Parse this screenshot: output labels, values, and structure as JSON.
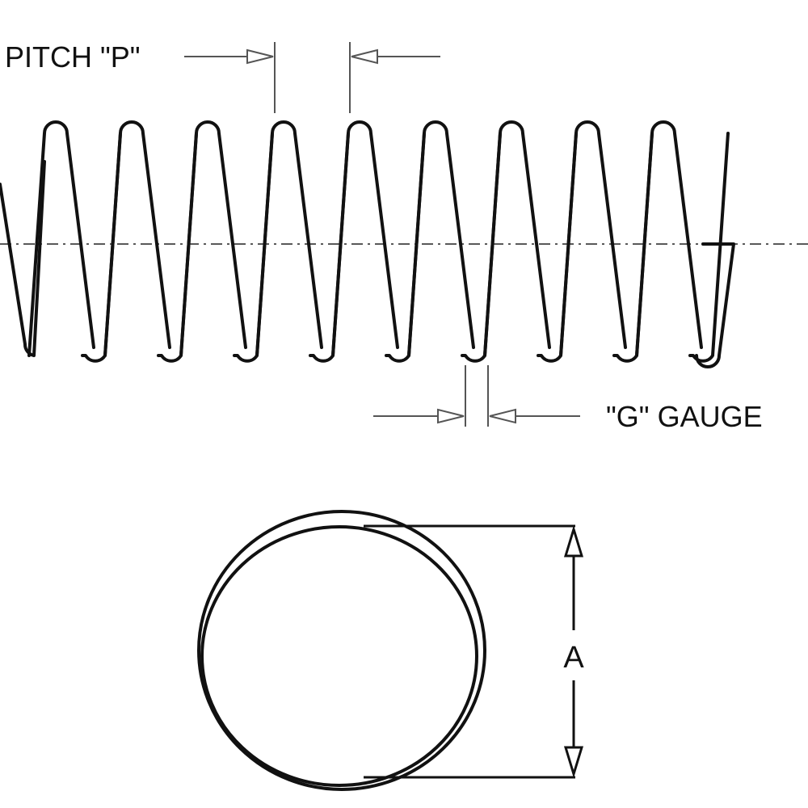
{
  "labels": {
    "pitch": "PITCH \"P\"",
    "gauge": "\"G\" GAUGE",
    "diameter": "A"
  },
  "colors": {
    "line": "#111111",
    "dimension_line": "#555555",
    "background": "#ffffff"
  }
}
